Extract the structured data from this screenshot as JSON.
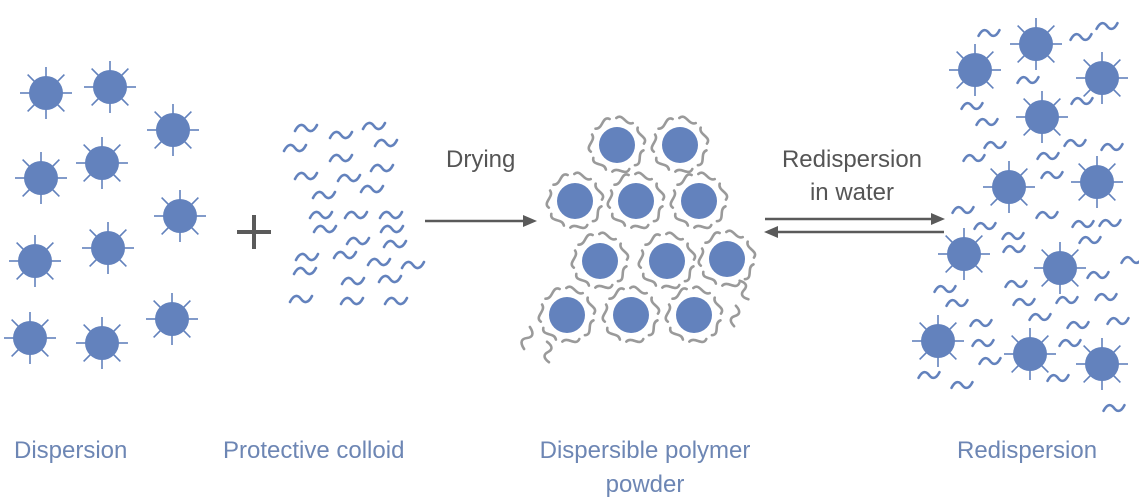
{
  "colors": {
    "particle": "#6382bd",
    "colloid": "#6382bd",
    "colloid_dry": "#9a9a9a",
    "arrow": "#5a5a5a",
    "label": "#6d86b4",
    "step_text": "#555555"
  },
  "labels": {
    "dispersion": "Dispersion",
    "protective_colloid": "Protective colloid",
    "powder_line1": "Dispersible polymer",
    "powder_line2": "powder",
    "redispersion": "Redispersion"
  },
  "steps": {
    "plus": "+",
    "drying": "Drying",
    "redispersion_line1": "Redispersion",
    "redispersion_line2": "in water"
  },
  "icons": {
    "particle": "spiky-particle-icon",
    "coated_particle": "coated-particle-icon",
    "colloid": "wavy-colloid-icon"
  }
}
